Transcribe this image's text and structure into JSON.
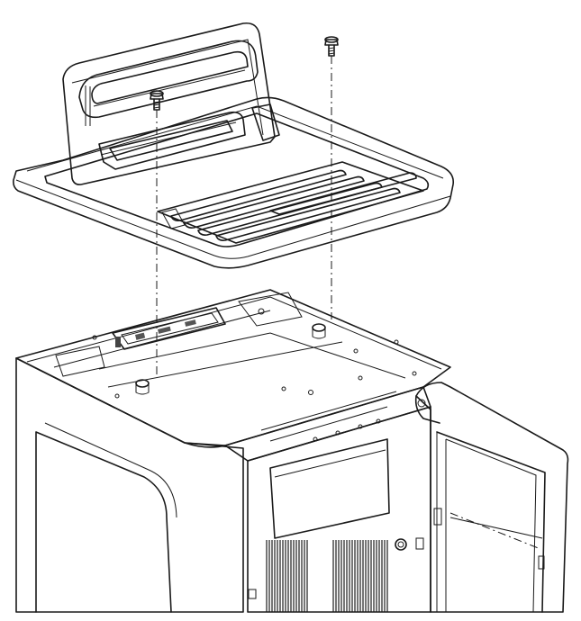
{
  "diagram": {
    "kind": "exploded-assembly-line-drawing",
    "parts": [
      "console-panel-with-handle",
      "mounting-screw-left",
      "mounting-screw-right",
      "cabinet-top-with-control-board",
      "open-side-door",
      "heatsink-fins"
    ],
    "colors": {
      "line": "#1a1a1a",
      "panel_fill": "#dcdcdc",
      "panel_shade": "#c4c4c4",
      "cabinet_fill": "#ffffff",
      "background": "#ffffff"
    }
  }
}
